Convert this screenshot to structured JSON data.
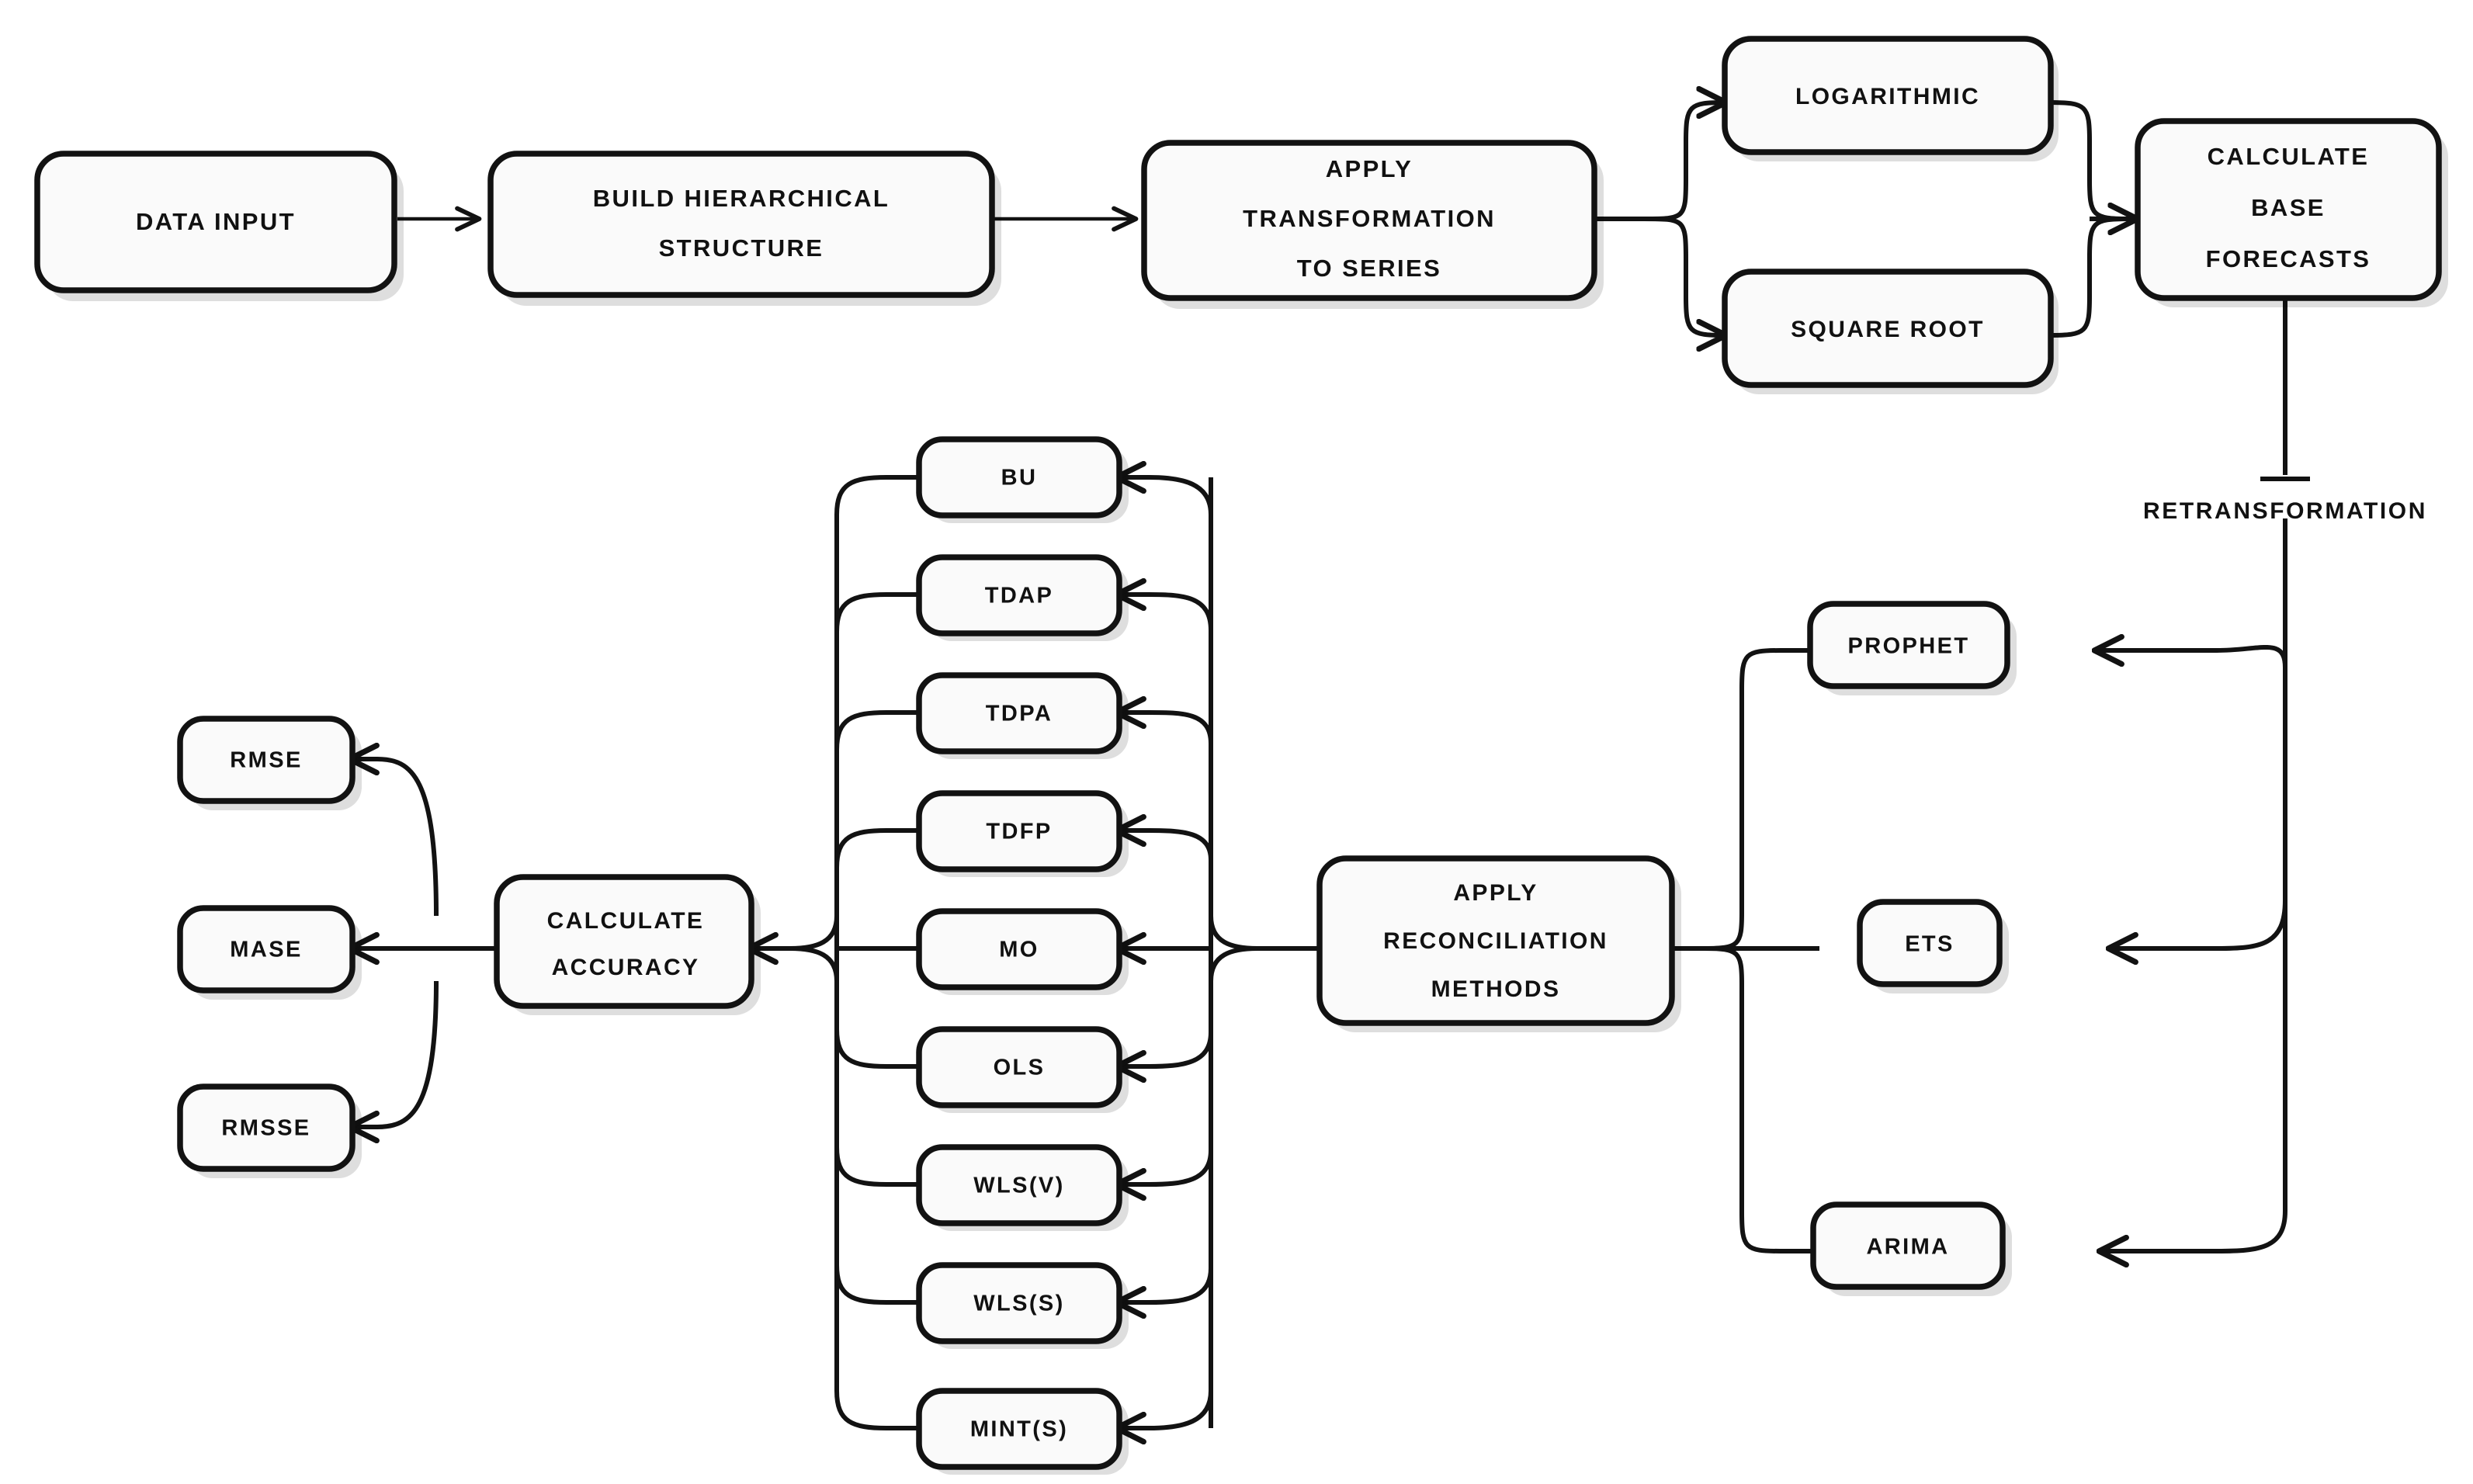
{
  "diagram": {
    "title": "Hierarchical Forecasting Pipeline Flowchart",
    "background_color": "#ffffff",
    "node_fill": "#fafafa",
    "node_stroke": "#121212",
    "text_color": "#111111"
  },
  "nodes": {
    "data_input": "DATA INPUT",
    "build_hierarchical_structure": "BUILD HIERARCHICAL\nSTRUCTURE",
    "build_hierarchical_structure_line1": "BUILD HIERARCHICAL",
    "build_hierarchical_structure_line2": "STRUCTURE",
    "apply_transformation_line1": "APPLY",
    "apply_transformation_line2": "TRANSFORMATION",
    "apply_transformation_line3": "TO SERIES",
    "logarithmic": "LOGARITHMIC",
    "square_root": "SQUARE ROOT",
    "calculate_base_forecasts_line1": "CALCULATE",
    "calculate_base_forecasts_line2": "BASE",
    "calculate_base_forecasts_line3": "FORECASTS",
    "prophet": "PROPHET",
    "ets": "ETS",
    "arima": "ARIMA",
    "apply_reconciliation_line1": "APPLY",
    "apply_reconciliation_line2": "RECONCILIATION",
    "apply_reconciliation_line3": "METHODS",
    "calculate_accuracy_line1": "CALCULATE",
    "calculate_accuracy_line2": "ACCURACY"
  },
  "edge_labels": {
    "retransformation": "RETRANSFORMATION"
  },
  "transformations": [
    {
      "id": "logarithmic",
      "label": "LOGARITHMIC"
    },
    {
      "id": "square-root",
      "label": "SQUARE ROOT"
    }
  ],
  "forecast_models": [
    {
      "id": "prophet",
      "label": "PROPHET"
    },
    {
      "id": "ets",
      "label": "ETS"
    },
    {
      "id": "arima",
      "label": "ARIMA"
    }
  ],
  "reconciliation_methods": [
    {
      "id": "bu",
      "label": "BU"
    },
    {
      "id": "tdap",
      "label": "TDAP"
    },
    {
      "id": "tdpa",
      "label": "TDPA"
    },
    {
      "id": "tdfp",
      "label": "TDFP"
    },
    {
      "id": "mo",
      "label": "MO"
    },
    {
      "id": "ols",
      "label": "OLS"
    },
    {
      "id": "wls-v",
      "label": "WLS(V)"
    },
    {
      "id": "wls-s",
      "label": "WLS(S)"
    },
    {
      "id": "mint-s",
      "label": "MINT(S)"
    }
  ],
  "accuracy_metrics": [
    {
      "id": "rmse",
      "label": "RMSE"
    },
    {
      "id": "mase",
      "label": "MASE"
    },
    {
      "id": "rmsse",
      "label": "RMSSE"
    }
  ]
}
